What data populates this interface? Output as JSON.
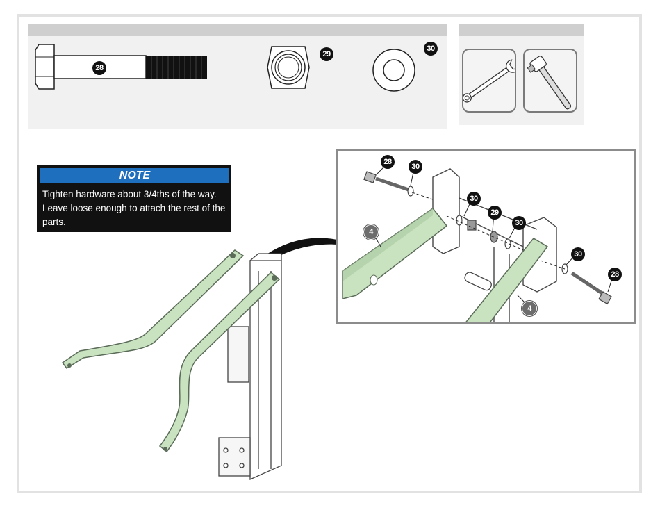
{
  "hardware": {
    "bolt_callout": "28",
    "nut_callout": "29",
    "washer_callout": "30"
  },
  "note": {
    "title": "NOTE",
    "text": "Tighten hardware about 3/4ths of the way. Leave loose enough to attach the rest of the parts."
  },
  "tools": [
    {
      "icon": "wrench-icon"
    },
    {
      "icon": "socket-wrench-icon"
    }
  ],
  "detail": {
    "callouts": {
      "bolt_left": "28",
      "washer_left": "30",
      "washer_mid": "30",
      "nut": "29",
      "washer_right_inner": "30",
      "washer_right_outer": "30",
      "bolt_right": "28",
      "arm_left": "4",
      "arm_right": "4"
    }
  },
  "colors": {
    "arm_green": "#c9e2c0",
    "arm_outline": "#5a6b58",
    "note_blue": "#1f6fbf",
    "panel_gray": "#f1f1f1"
  }
}
